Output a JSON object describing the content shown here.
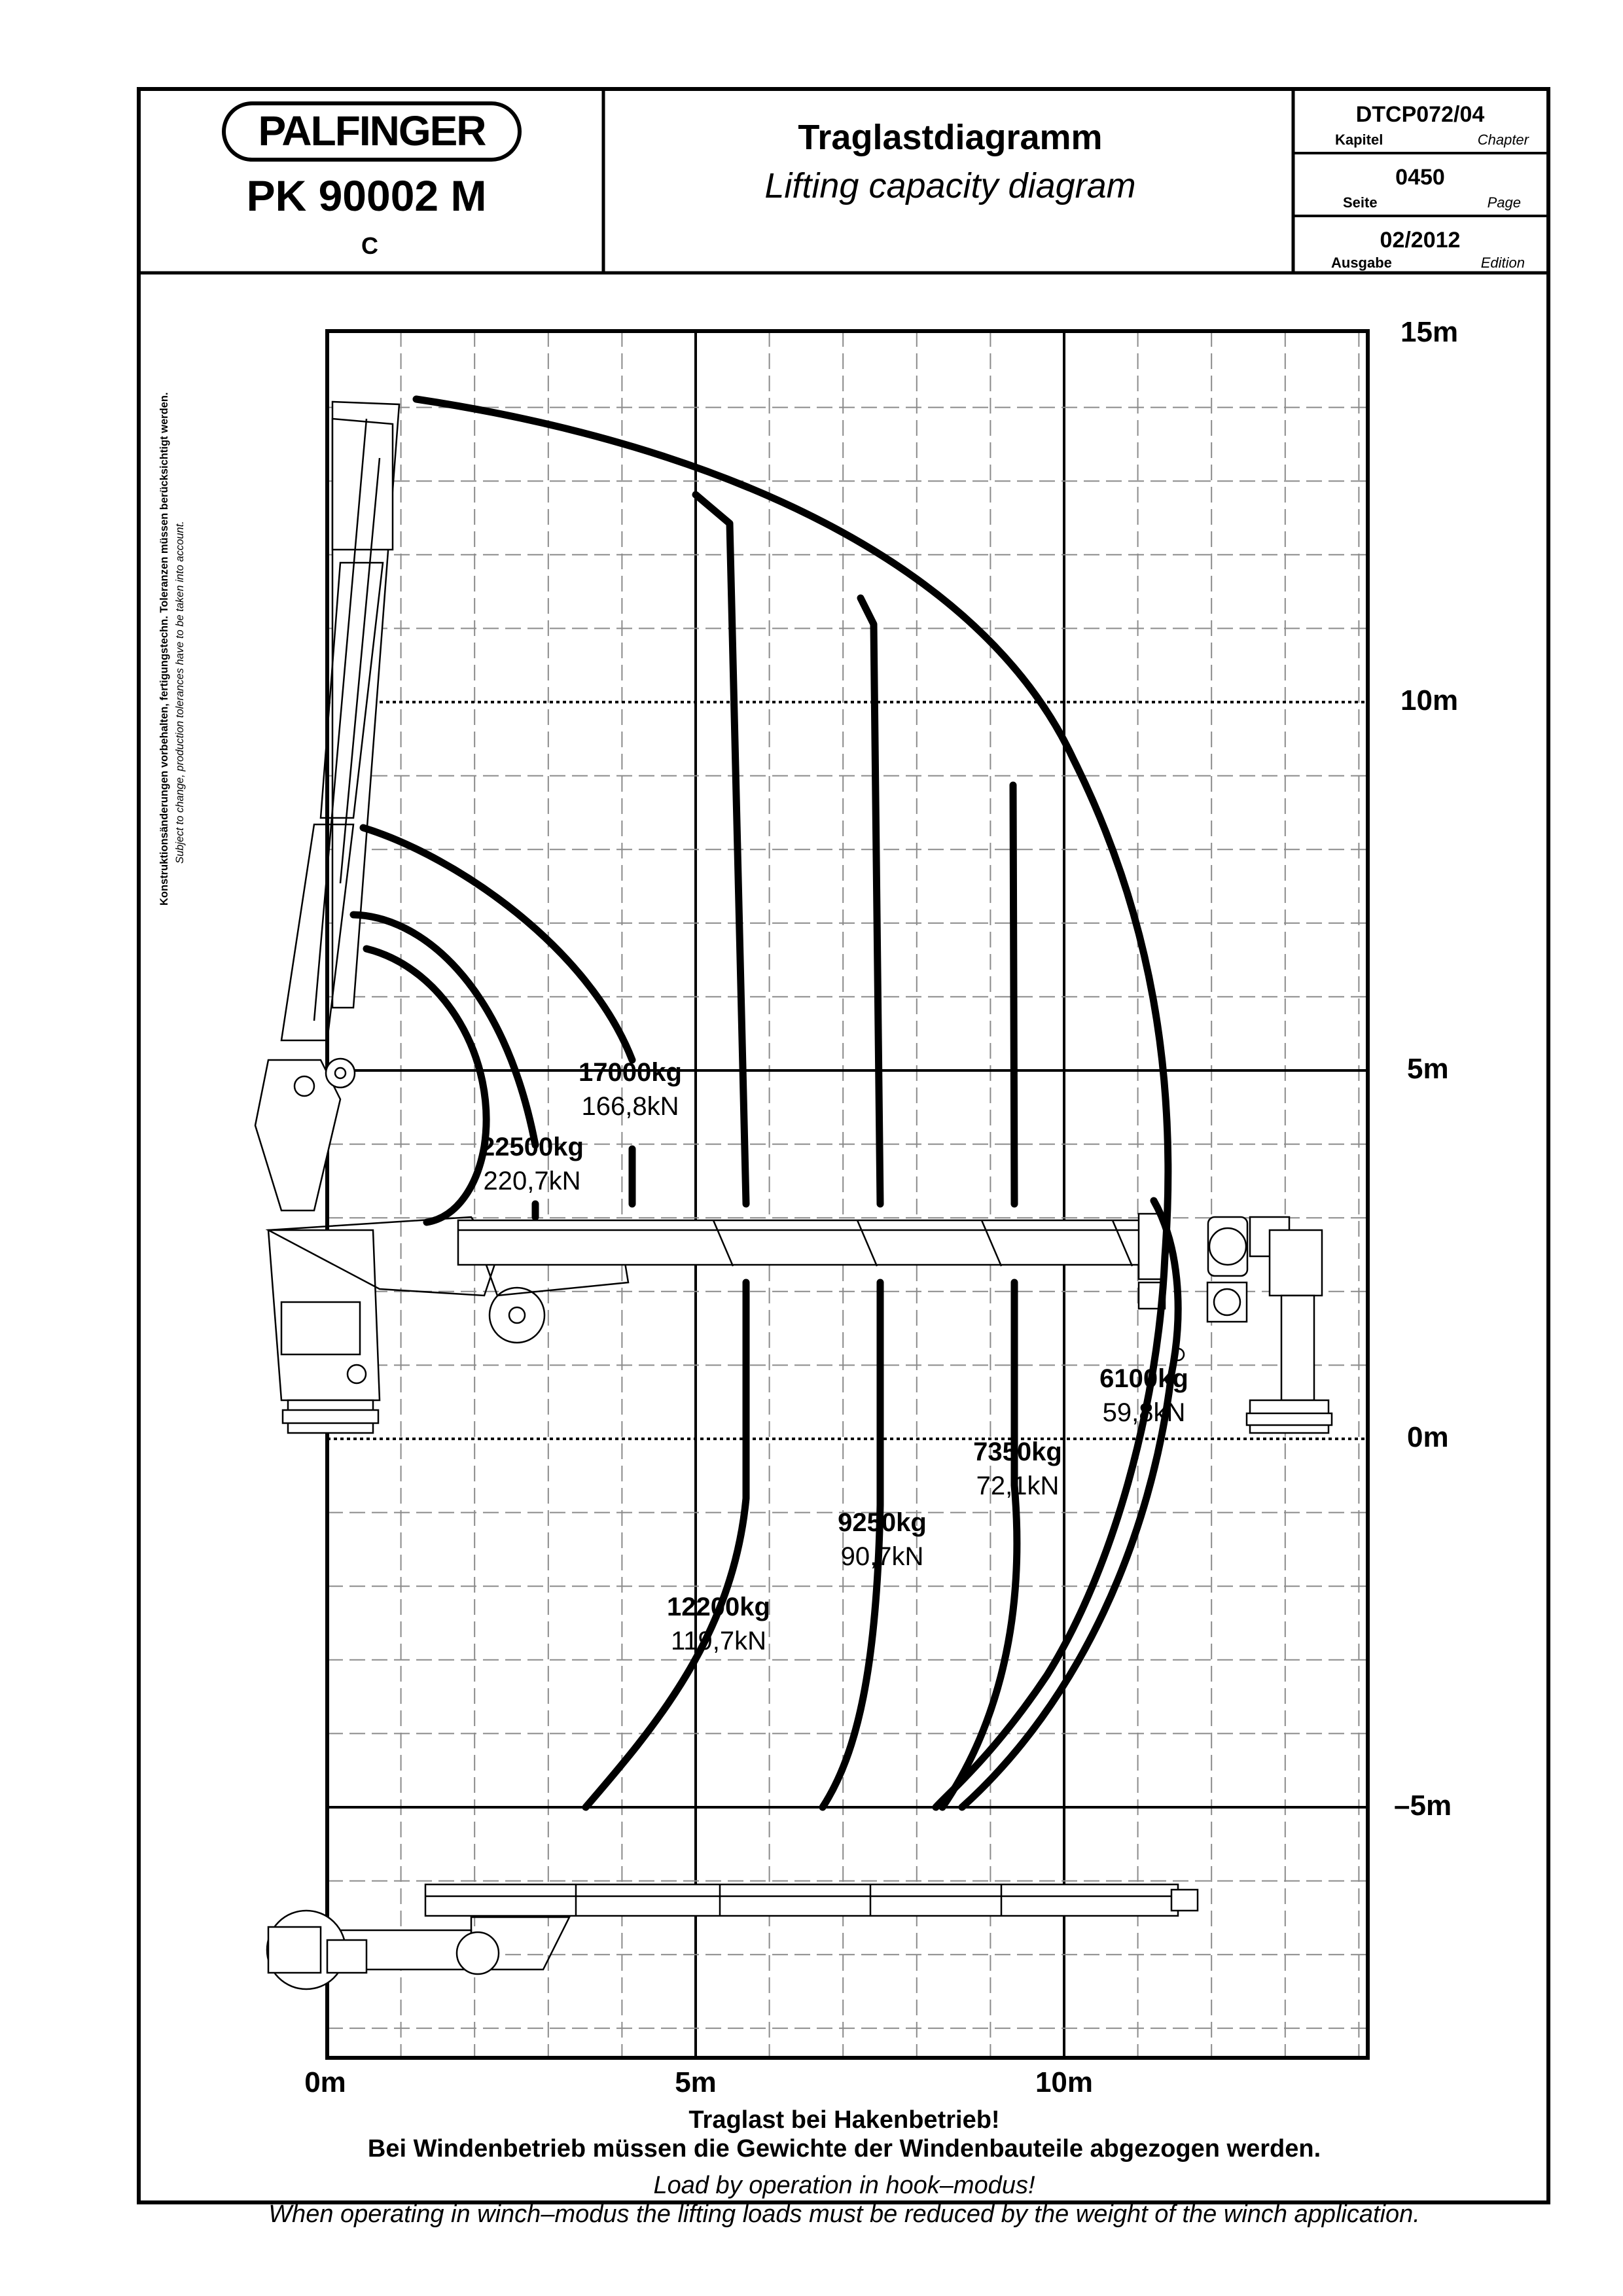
{
  "header": {
    "brand": "PALFINGER",
    "model": "PK 90002 M",
    "variant": "C",
    "title_de": "Traglastdiagramm",
    "title_en": "Lifting capacity diagram",
    "doc_code": "DTCP072/04",
    "kapitel_label": "Kapitel",
    "chapter_label": "Chapter",
    "page_number": "0450",
    "seite_label": "Seite",
    "page_label": "Page",
    "edition": "02/2012",
    "ausgabe_label": "Ausgabe",
    "edition_label": "Edition"
  },
  "side_note": {
    "de": "Konstruktionsänderungen vorbehalten, fertigungstechn. Toleranzen müssen berücksichtigt werden.",
    "en": "Subject to change, production tolerances have to be taken into account."
  },
  "axes": {
    "x_ticks": [
      "0m",
      "5m",
      "10m"
    ],
    "y_ticks": [
      "15m",
      "10m",
      "5m",
      "0m",
      "–5m"
    ]
  },
  "loads": [
    {
      "kg": "22500kg",
      "kn": "220,7kN"
    },
    {
      "kg": "17000kg",
      "kn": "166,8kN"
    },
    {
      "kg": "12200kg",
      "kn": "119,7kN"
    },
    {
      "kg": "9250kg",
      "kn": "90,7kN"
    },
    {
      "kg": "7350kg",
      "kn": "72,1kN"
    },
    {
      "kg": "6100kg",
      "kn": "59,8kN"
    }
  ],
  "footer": {
    "de_line1": "Traglast bei Hakenbetrieb!",
    "de_line2": "Bei Windenbetrieb müssen die Gewichte der Windenbauteile abgezogen werden.",
    "en_line1": "Load by operation in hook–modus!",
    "en_line2": "When operating in winch–modus the lifting loads must be reduced by the weight of the winch application."
  }
}
